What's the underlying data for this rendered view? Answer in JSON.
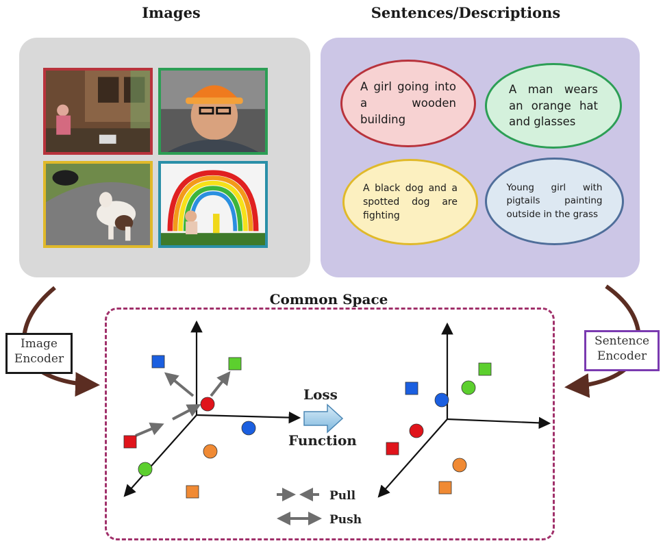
{
  "headers": {
    "images": "Images",
    "sentences": "Sentences/Descriptions",
    "common_space": "Common Space"
  },
  "sentences": [
    {
      "text": "A girl going into a wooden building",
      "color": "#b8333c"
    },
    {
      "text": "A man wears an orange hat and glasses",
      "color": "#2c9e55"
    },
    {
      "text": "A black dog and a spotted dog are fighting",
      "color": "#e0b92a"
    },
    {
      "text": "Young girl with pigtails painting outside in the grass",
      "color": "#4f6e9a"
    }
  ],
  "encoders": {
    "image": "Image Encoder",
    "sentence": "Sentence Encoder"
  },
  "loss": {
    "line1": "Loss",
    "line2": "Function"
  },
  "legend": {
    "pull": "Pull",
    "push": "Push"
  },
  "colors": {
    "red": "#e0141b",
    "green": "#5ccf2e",
    "blue": "#1b5fe0",
    "orange": "#f08a34",
    "image_panel": "#d9d9d9",
    "sentence_panel": "#ccc6e6",
    "common_border": "#a0306a"
  },
  "icons": {
    "pull": "pull-arrows-icon",
    "push": "push-arrows-icon",
    "loss": "right-arrow-icon"
  }
}
